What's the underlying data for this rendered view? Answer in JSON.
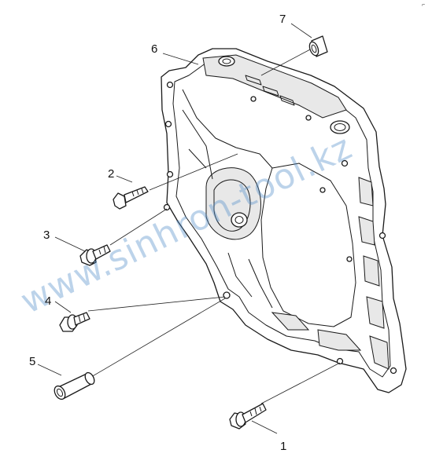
{
  "diagram": {
    "corner_mark": "⌐",
    "watermark": "www.sinhron-tool.kz",
    "callouts": [
      {
        "id": "1",
        "label": "1"
      },
      {
        "id": "2",
        "label": "2"
      },
      {
        "id": "3",
        "label": "3"
      },
      {
        "id": "4",
        "label": "4"
      },
      {
        "id": "5",
        "label": "5"
      },
      {
        "id": "6",
        "label": "6"
      },
      {
        "id": "7",
        "label": "7"
      }
    ]
  }
}
